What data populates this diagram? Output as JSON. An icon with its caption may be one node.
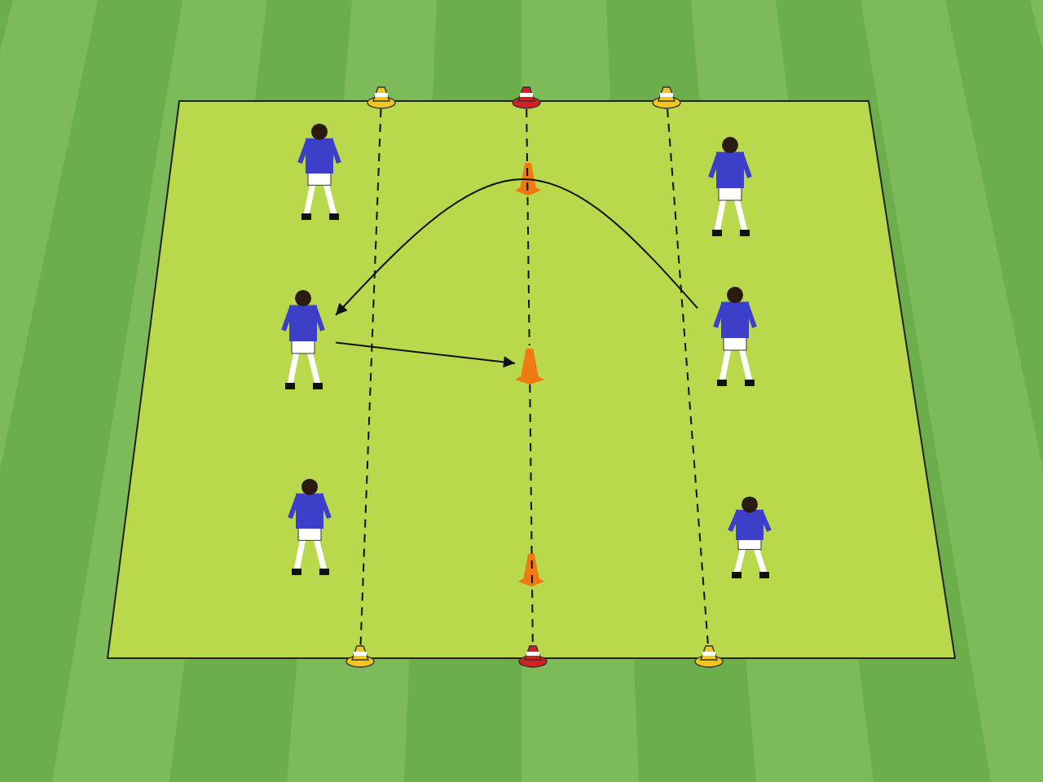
{
  "diagram": {
    "nodes": [
      {
        "text": [],
        "shape": "person"
      },
      {
        "text": [],
        "shape": "person"
      },
      {
        "text": [],
        "shape": "person"
      },
      {
        "text": [],
        "shape": "person"
      },
      {
        "text": [],
        "shape": "person"
      },
      {
        "text": [],
        "shape": "person"
      },
      {
        "text": [],
        "shape": "cone"
      },
      {
        "text": [],
        "shape": "cone"
      },
      {
        "text": [],
        "shape": "cone"
      },
      {
        "text": [],
        "shape": "cone"
      },
      {
        "text": [],
        "shape": "cone"
      },
      {
        "text": [],
        "shape": "cone"
      },
      {
        "text": [],
        "shape": "cone"
      }
    ],
    "edges": [
      {
        "from": 4,
        "to": 1,
        "arrow": "to"
      },
      {
        "from": 1,
        "to": 6,
        "arrow": "to"
      },
      {
        "from": 7,
        "to": 10,
        "arrow": "none",
        "style": "dashed"
      },
      {
        "from": 8,
        "to": 6,
        "arrow": "none",
        "style": "dashed"
      },
      {
        "from": 6,
        "to": 11,
        "arrow": "none",
        "style": "dashed"
      },
      {
        "from": 9,
        "to": 12,
        "arrow": "none",
        "style": "dashed"
      }
    ]
  }
}
